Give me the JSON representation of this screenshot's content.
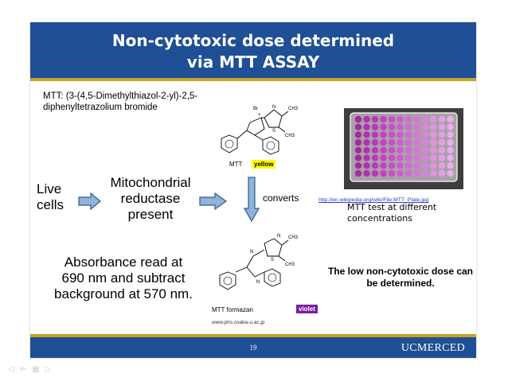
{
  "slide": {
    "title_line1": "Non-cytotoxic dose determined",
    "title_line2": "via MTT ASSAY",
    "page_number": "19",
    "logo_text": "UCMERCED"
  },
  "left": {
    "mtt_name": "MTT: (3-(4,5-Dimethylthiazol-2-yl)-2,5-diphenyltetrazolium bromide",
    "live_cells_line1": "Live",
    "live_cells_line2": "cells",
    "mito_line1": "Mitochondrial",
    "mito_line2": "reductase",
    "mito_line3": "present",
    "absorb_line1": "Absorbance read at",
    "absorb_line2": "690 nm and subtract",
    "absorb_line3": "background at 570 nm."
  },
  "center": {
    "mtt_label": "MTT",
    "yellow_tag": "yellow",
    "converts": "converts",
    "formazan_label": "MTT formazan",
    "violet_tag": "violet",
    "source": "www.phs.osaka-u.ac.jp",
    "atoms": {
      "br": "Br",
      "n": "N",
      "s": "S",
      "ch3": "CH3",
      "plus": "+"
    }
  },
  "right": {
    "link": "http://en.wikipedia.org/wiki/File:MTT_Plate.jpg",
    "plate_caption": "MTT test at different concentrations",
    "dose_text": "The low non-cytotoxic dose can be determined."
  },
  "colors": {
    "header_blue": "#1f4f95",
    "gold": "#c9a227",
    "arrow_fill": "#8fb3d9",
    "arrow_stroke": "#2f5d8c",
    "yellow": "#ffff00",
    "violet": "#7a1fa2",
    "link": "#2a3fbf"
  },
  "toolbar_icons": [
    "back-icon",
    "pen-icon",
    "slides-icon",
    "forward-icon"
  ]
}
